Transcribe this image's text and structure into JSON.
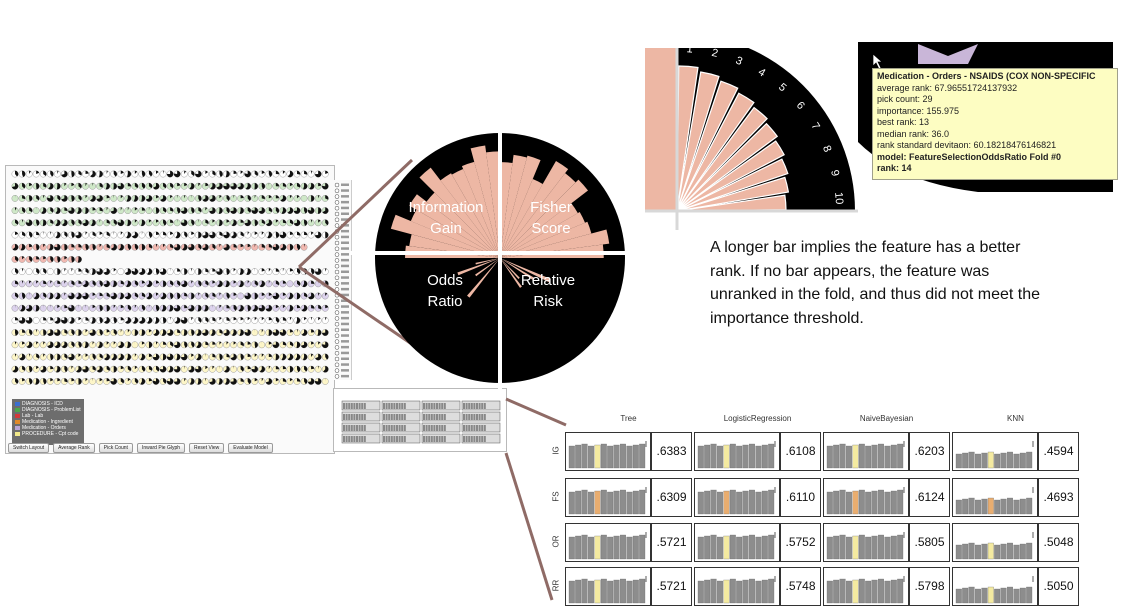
{
  "radial_glyph": {
    "quadrants": [
      {
        "name": "info_gain",
        "label": "Information Gain",
        "line1": "Information",
        "line2": "Gain"
      },
      {
        "name": "fisher",
        "label": "Fisher Score",
        "line1": "Fisher",
        "line2": "Score"
      },
      {
        "name": "odds",
        "label": "Odds Ratio",
        "line1": "Odds",
        "line2": "Ratio"
      },
      {
        "name": "risk",
        "label": "Relative Risk",
        "line1": "Relative",
        "line2": "Risk"
      }
    ],
    "colors": {
      "fill": "#000000",
      "bar": "#edb7a4",
      "axis": "#ffffff",
      "connector": "#8f6b66"
    }
  },
  "fold_zoom": {
    "fold_labels": [
      "1",
      "2",
      "3",
      "4",
      "5",
      "6",
      "7",
      "8",
      "9",
      "10"
    ]
  },
  "tooltip": {
    "title": "Medication - Orders - NSAIDS (COX NON-SPECIFIC",
    "average_rank": "average rank: 67.96551724137932",
    "pick_count": "pick count: 29",
    "importance": "importance: 155.975",
    "best_rank": "best rank: 13",
    "median_rank": "median rank: 36.0",
    "rank_std": "rank standard devitaon: 60.18218476146821",
    "model": "model: FeatureSelectionOddsRatio Fold #0",
    "rank": "rank: 14"
  },
  "callout": {
    "text": "A longer bar implies the feature has a better rank. If no bar appears, the feature was unranked in the fold, and thus did not meet the importance threshold."
  },
  "app": {
    "legend": [
      {
        "label": "DIAGNOSIS - ICD",
        "color": "#3b6fd0"
      },
      {
        "label": "DIAGNOSIS - ProblemList",
        "color": "#4aa84a"
      },
      {
        "label": "Lab - Lab",
        "color": "#d33a3a"
      },
      {
        "label": "Medication - Ingredient",
        "color": "#e08a2a"
      },
      {
        "label": "Medication - Orders",
        "color": "#b8a5d6"
      },
      {
        "label": "PROCEDURE - Cpt code",
        "color": "#f2e98a"
      }
    ],
    "buttons": [
      "Switch Layout",
      "Average Rank",
      "Pick Count",
      "Inward Pie Glyph",
      "Reset View",
      "Evaluate Model"
    ],
    "row_colors": [
      "#ffffff",
      "#cfe8c8",
      "#cfe8c8",
      "#cfe8c8",
      "#cfe8c8",
      "#ffffff",
      "#f1b8b0",
      "#f1b8b0",
      "#ffffff",
      "#dcd2ec",
      "#dcd2ec",
      "#dcd2ec",
      "#ffffff",
      "#fdf6c8",
      "#fdf6c8",
      "#fdf6c8",
      "#fdf6c8",
      "#fdf6c8"
    ]
  },
  "score_table": {
    "models": [
      "Tree",
      "LogisticRegression",
      "NaiveBayesian",
      "KNN"
    ],
    "methods": [
      "IG",
      "FS",
      "OR",
      "RR"
    ],
    "highlight_colors": {
      "IG": "#f4eaa0",
      "FS": "#e9ad6f",
      "OR": "#f4eaa0",
      "RR": "#f4eaa0"
    },
    "scores": [
      [
        ".6383",
        ".6108",
        ".6203",
        ".4594"
      ],
      [
        ".6309",
        ".6110",
        ".6124",
        ".4693"
      ],
      [
        ".5721",
        ".5752",
        ".5805",
        ".5048"
      ],
      [
        ".5721",
        ".5748",
        ".5798",
        ".5050"
      ]
    ]
  }
}
